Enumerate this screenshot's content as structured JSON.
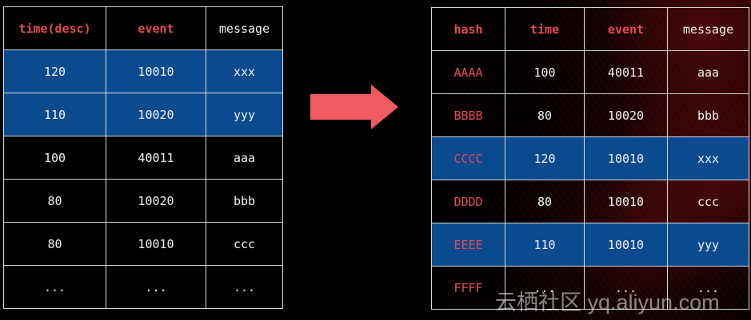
{
  "left_table": {
    "headers": [
      "time(desc)",
      "event",
      "message"
    ],
    "rows": [
      [
        "120",
        "10010",
        "xxx"
      ],
      [
        "110",
        "10020",
        "yyy"
      ],
      [
        "100",
        "40011",
        "aaa"
      ],
      [
        "80",
        "10020",
        "bbb"
      ],
      [
        "80",
        "10010",
        "ccc"
      ],
      [
        "...",
        "...",
        "..."
      ]
    ]
  },
  "right_table": {
    "headers": [
      "hash",
      "time",
      "event",
      "message"
    ],
    "rows": [
      [
        "AAAA",
        "100",
        "40011",
        "aaa"
      ],
      [
        "BBBB",
        "80",
        "10020",
        "bbb"
      ],
      [
        "CCCC",
        "120",
        "10010",
        "xxx"
      ],
      [
        "DDDD",
        "80",
        "10010",
        "ccc"
      ],
      [
        "EEEE",
        "110",
        "10010",
        "yyy"
      ],
      [
        "FFFF",
        "...",
        "...",
        "..."
      ]
    ]
  },
  "colors": {
    "header_text": "#e24c52",
    "highlight_row": "#0b4a8e",
    "arrow": "#f05a60",
    "table_border": "#d9d9d9"
  },
  "watermark": {
    "text": "云栖社区 yq.aliyun.com"
  }
}
